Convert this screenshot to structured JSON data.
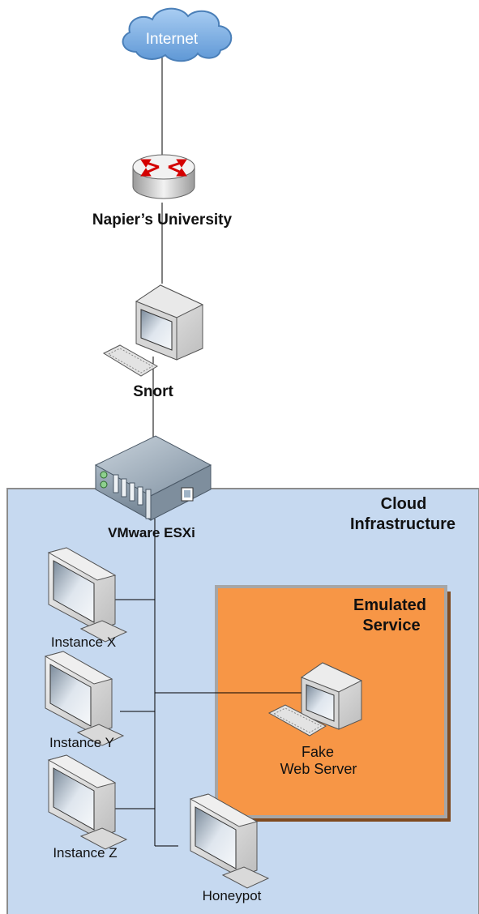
{
  "colors": {
    "cloud_region_fill": "#c6d9f0",
    "cloud_region_border": "#8c8c8c",
    "service_fill": "#f79646",
    "service_border": "#a6a6a6",
    "service_shadow": "#7f4a1f",
    "internet_cloud": "#7fb2e5",
    "connector": "#000000"
  },
  "nodes": {
    "internet": {
      "label": "Internet",
      "icon": "cloud-icon"
    },
    "router": {
      "label": "Napier’s University",
      "icon": "router-icon"
    },
    "snort": {
      "label": "Snort",
      "icon": "workstation-icon"
    },
    "esxi": {
      "label": "VMware ESXi",
      "icon": "server-icon"
    },
    "instance_x": {
      "label": "Instance X",
      "icon": "monitor-icon"
    },
    "instance_y": {
      "label": "Instance Y",
      "icon": "monitor-icon"
    },
    "instance_z": {
      "label": "Instance Z",
      "icon": "monitor-icon"
    },
    "honeypot": {
      "label": "Honeypot",
      "icon": "monitor-icon"
    },
    "fake_web_server": {
      "line1": "Fake",
      "line2": "Web Server",
      "icon": "workstation-icon"
    }
  },
  "regions": {
    "cloud": {
      "line1": "Cloud",
      "line2": "Infrastructure"
    },
    "emulated": {
      "line1": "Emulated",
      "line2": "Service"
    }
  }
}
